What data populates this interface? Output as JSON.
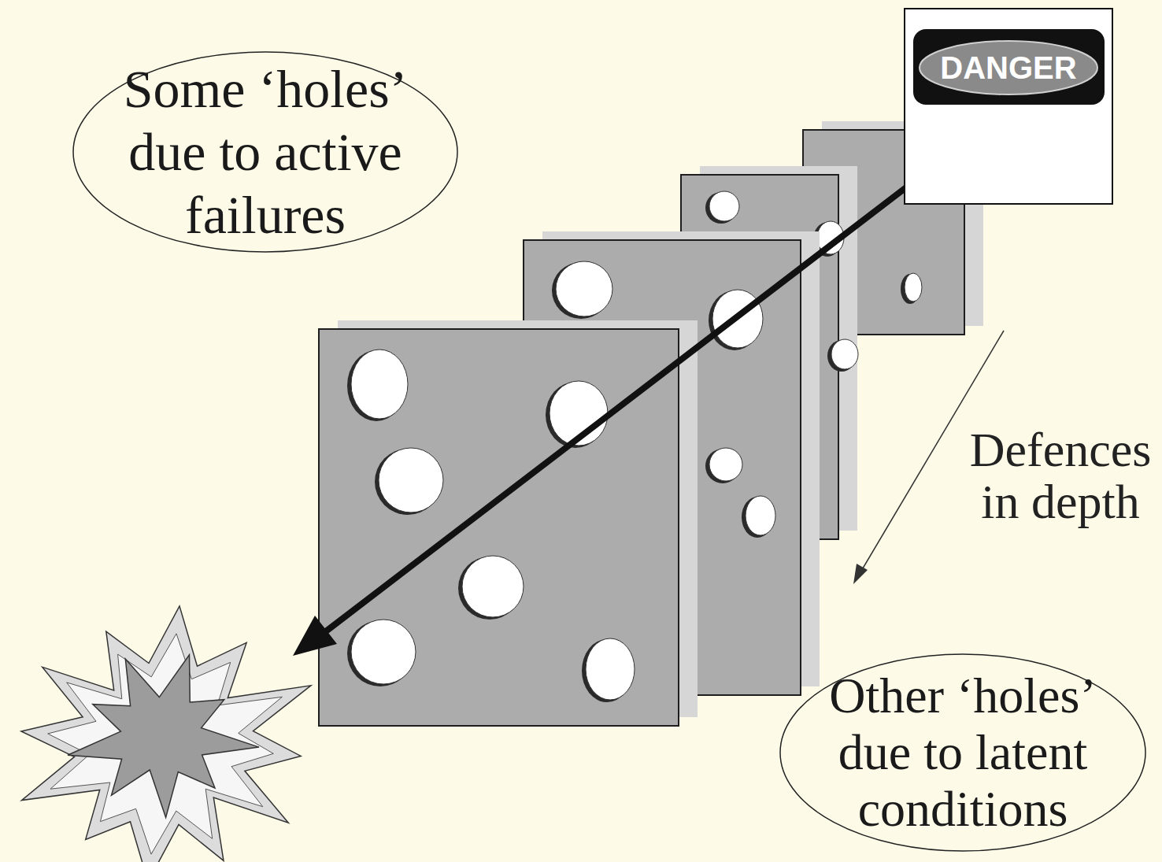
{
  "diagram": {
    "nodes": [
      {
        "text": [
          "Some ‘holes’ due to active failures"
        ]
      },
      {
        "text": [
          "DANGER"
        ]
      },
      {
        "text": [
          "Other ‘holes’ due to latent conditions"
        ]
      }
    ],
    "labels": [
      "Defences in depth"
    ]
  }
}
